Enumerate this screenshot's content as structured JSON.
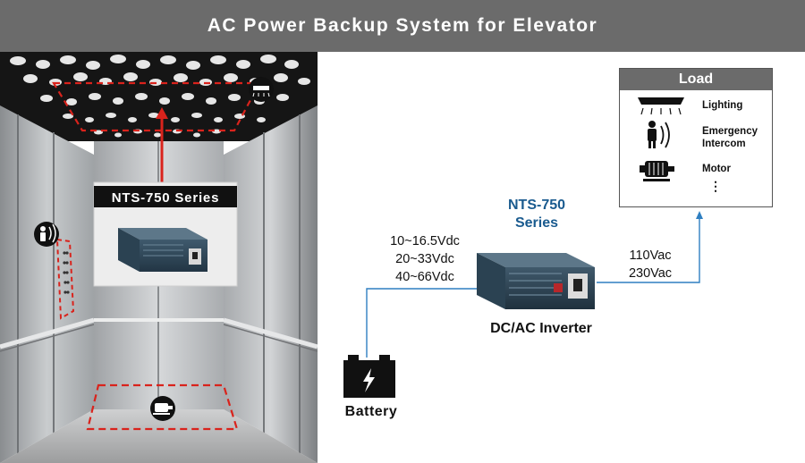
{
  "title": "AC Power Backup System for Elevator",
  "elevator": {
    "product_label": "NTS-750 Series"
  },
  "diagram": {
    "battery_label": "Battery",
    "input_voltages": [
      "10~16.5Vdc",
      "20~33Vdc",
      "40~66Vdc"
    ],
    "inverter_name_line1": "NTS-750",
    "inverter_name_line2": "Series",
    "inverter_label": "DC/AC Inverter",
    "output_voltages": [
      "110Vac",
      "230Vac"
    ]
  },
  "load": {
    "title": "Load",
    "items": [
      {
        "label": "Lighting",
        "icon": "ceiling-light-icon"
      },
      {
        "label": "Emergency\nIntercom",
        "icon": "intercom-icon"
      },
      {
        "label": "Motor",
        "icon": "motor-icon"
      }
    ],
    "more": "⋮"
  },
  "colors": {
    "header_bg": "#6b6b6b",
    "accent_blue": "#1a5b8f",
    "arrow_blue": "#2f7fc1",
    "dashed_red": "#d9231c"
  }
}
